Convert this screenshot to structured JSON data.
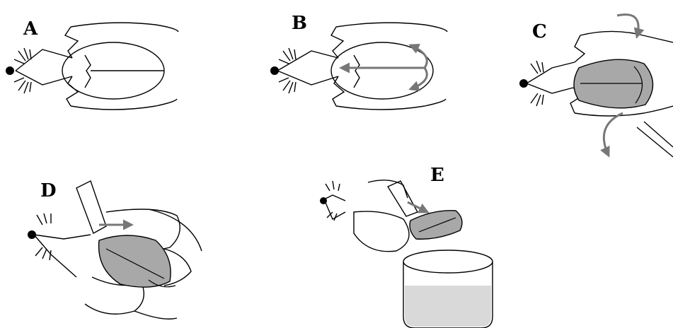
{
  "panels": [
    {
      "id": "A",
      "label": "A"
    },
    {
      "id": "B",
      "label": "B"
    },
    {
      "id": "C",
      "label": "C"
    },
    {
      "id": "D",
      "label": "D"
    },
    {
      "id": "E",
      "label": "E"
    }
  ],
  "colors": {
    "line": "#000000",
    "arrow": "#777777",
    "brain_fill": "#a8a8a8",
    "fluid_fill": "#d9d9d9",
    "background": "#ffffff"
  }
}
